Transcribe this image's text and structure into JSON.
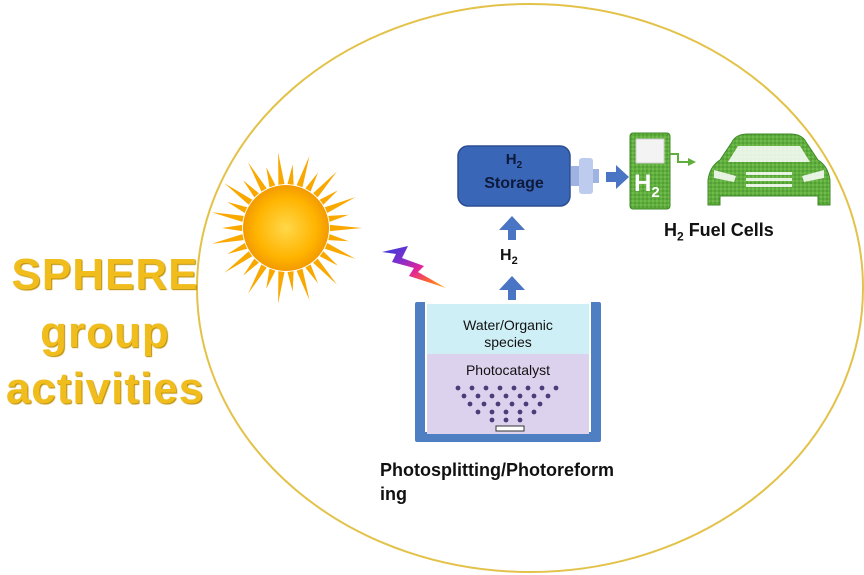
{
  "title": {
    "line1": "SPHERE",
    "line2": "group",
    "line3": "activities"
  },
  "storage": {
    "h": "H",
    "sub": "2",
    "word": "Storage"
  },
  "arrow_label": {
    "h": "H",
    "sub": "2"
  },
  "fuel_cells": {
    "h": "H",
    "sub": "2",
    "rest": " Fuel Cells"
  },
  "station_label": {
    "h": "H",
    "sub": "2"
  },
  "reactor": {
    "top_label_1": "Water/Organic",
    "top_label_2": "species",
    "catalyst_label": "Photocatalyst"
  },
  "caption": {
    "line1": "Photosplitting/Photoreform",
    "line2": "ing"
  },
  "colors": {
    "title_gold": "#f0bd1c",
    "storage_blue": "#3a66b8",
    "arrow_blue": "#4a74c4",
    "green": "#55a63a",
    "reactor_frame": "#4f7fc3",
    "water": "#cfeff7",
    "catalyst_zone": "#ddd2ee"
  },
  "icons": [
    "sun-icon",
    "light-bolt-icon",
    "hydrogen-station-icon",
    "car-icon",
    "storage-tank-icon"
  ]
}
